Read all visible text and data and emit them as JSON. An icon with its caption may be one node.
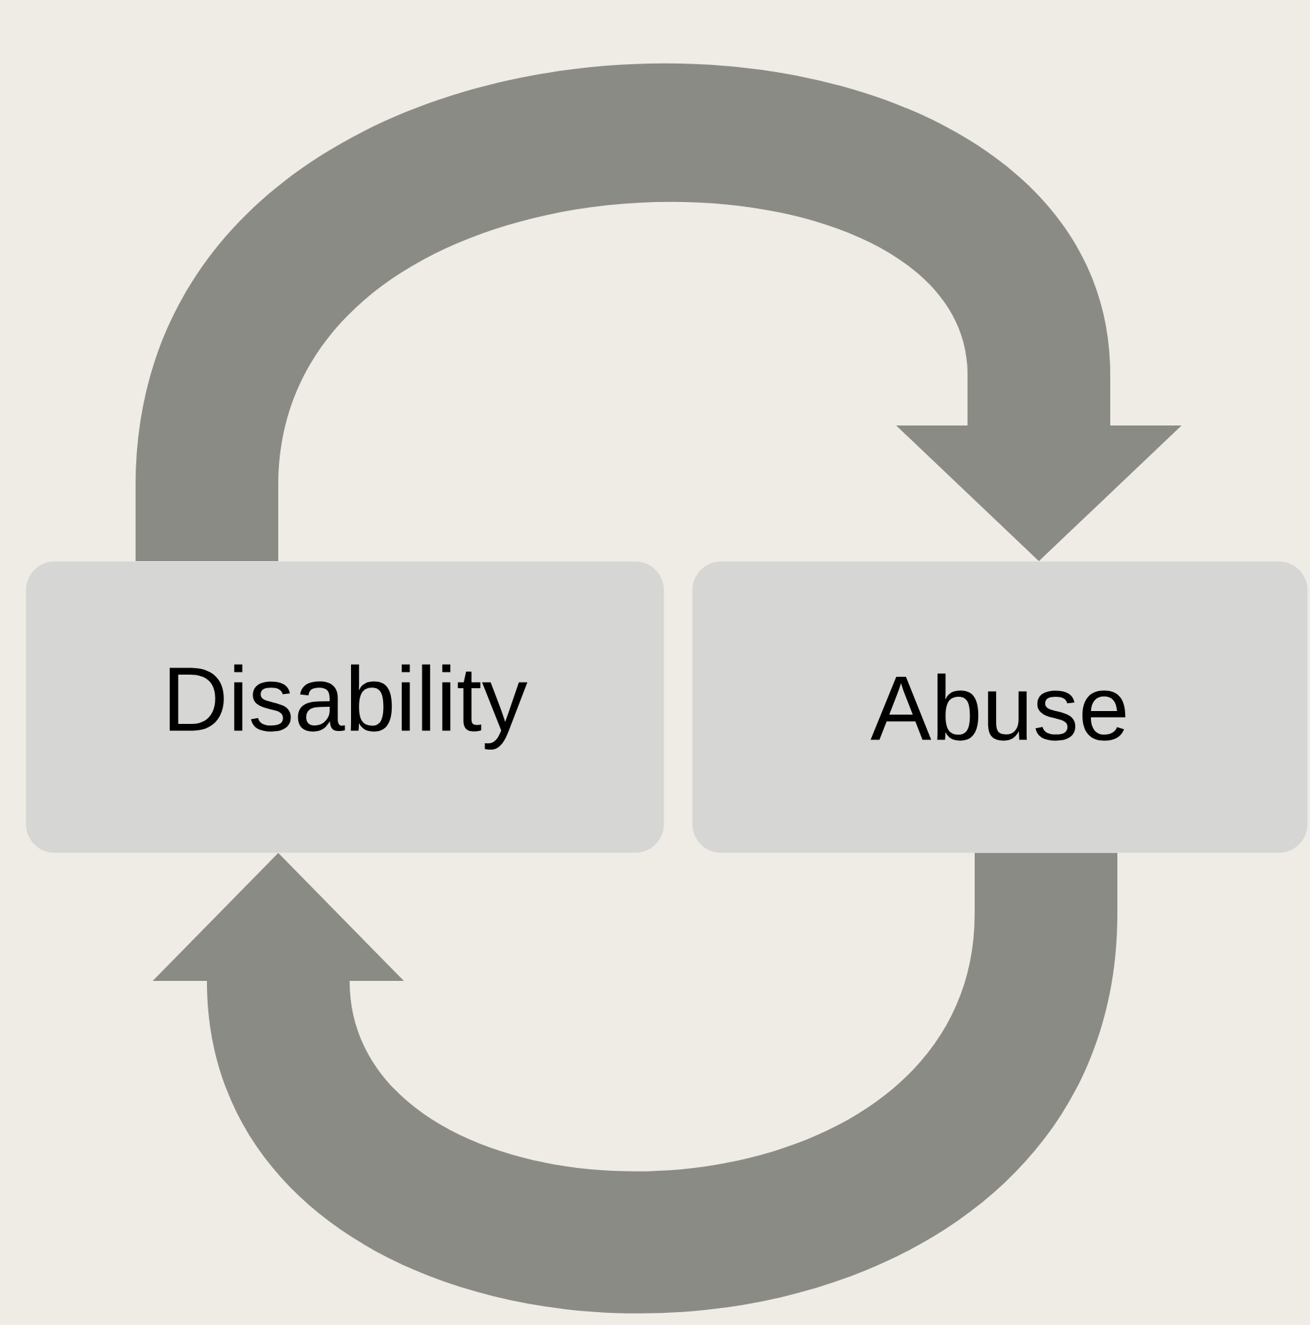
{
  "diagram": {
    "nodes": [
      {
        "text": [
          "Disability"
        ]
      },
      {
        "text": [
          "Abuse"
        ]
      }
    ],
    "edges": [
      {
        "from": 0,
        "to": 1,
        "arrow": "to"
      },
      {
        "from": 1,
        "to": 0,
        "arrow": "to"
      }
    ]
  }
}
